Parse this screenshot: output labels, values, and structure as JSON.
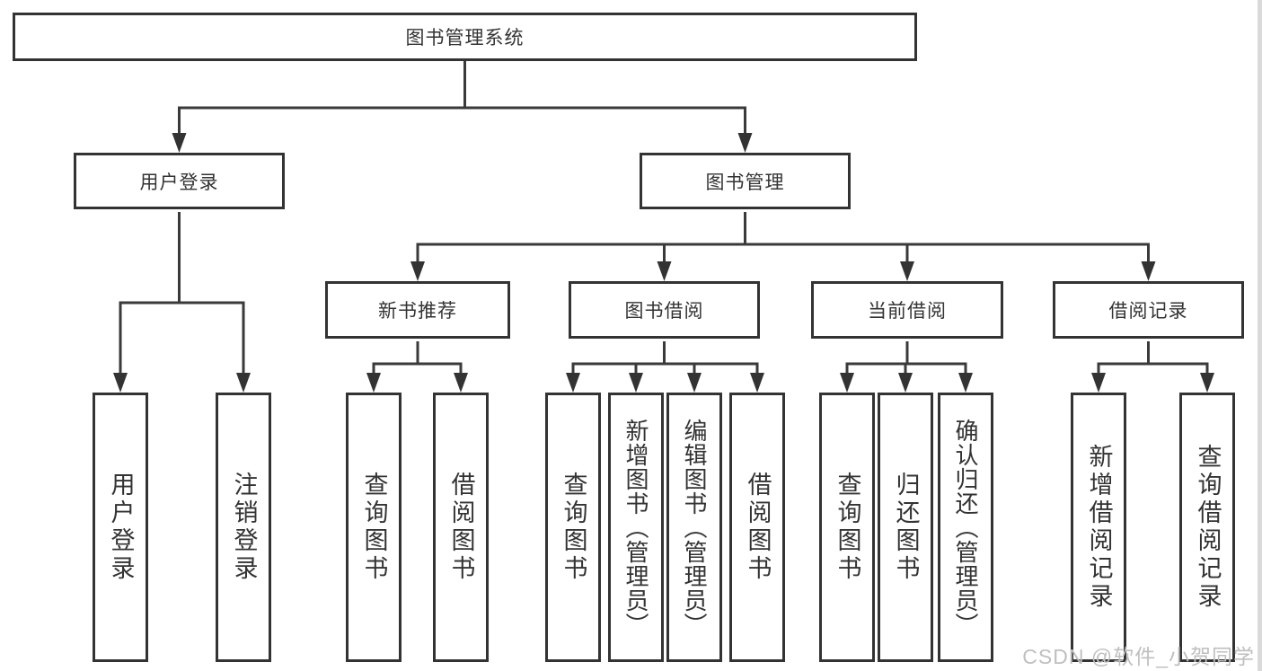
{
  "nodes": {
    "root": "图书管理系统",
    "user_login": "用户登录",
    "book_management": "图书管理",
    "new_book_recommend": "新书推荐",
    "book_borrowing": "图书借阅",
    "current_borrowing": "当前借阅",
    "borrowing_records": "借阅记录",
    "leaf_user_login": "用户登录",
    "leaf_logout": "注销登录",
    "leaf_query_books_1": "查询图书",
    "leaf_borrow_books_1": "借阅图书",
    "leaf_query_books_2": "查询图书",
    "leaf_add_book_admin": "新增图书（管理员）",
    "leaf_edit_book_admin": "编辑图书（管理员）",
    "leaf_borrow_books_2": "借阅图书",
    "leaf_query_books_3": "查询图书",
    "leaf_return_books": "归还图书",
    "leaf_confirm_return_admin": "确认归还（管理员）",
    "leaf_add_borrow_record": "新增借阅记录",
    "leaf_query_borrow_record": "查询借阅记录"
  },
  "watermark": "CSDN @软件_小贺同学",
  "colors": {
    "line": "#3a3a3a",
    "text": "#333333",
    "watermark": "#bfbfbf"
  }
}
